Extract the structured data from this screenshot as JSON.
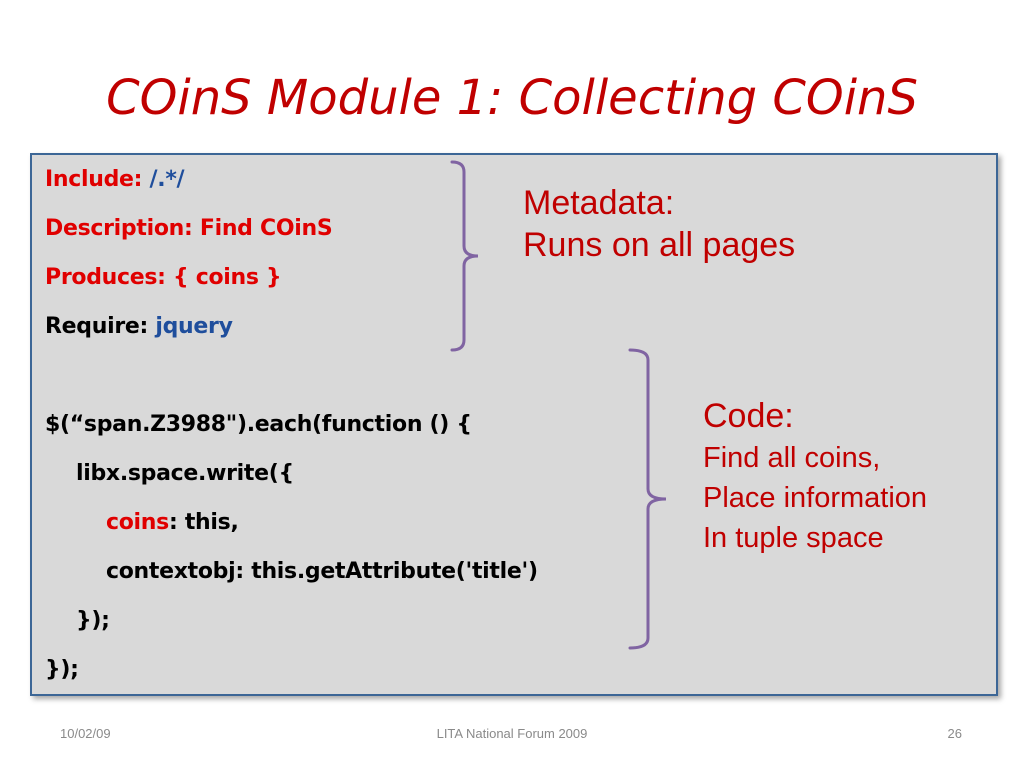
{
  "slide": {
    "title": "COinS Module 1: Collecting COinS",
    "code": {
      "include_label": "Include: ",
      "include_value": "/.*/",
      "description": "Description: Find COinS",
      "produces": "Produces: { coins }",
      "require_label": "Require: ",
      "require_value": "jquery",
      "line_each": "$(“span.Z3988\").each(function () {",
      "line_write": "libx.space.write({",
      "line_coins_key": "coins",
      "line_coins_rest": ": this,",
      "line_contextobj": "contextobj: this.getAttribute('title')",
      "line_close_inner": "});",
      "line_close_outer": "});"
    },
    "annotations": {
      "metadata": {
        "heading": "Metadata:",
        "text": "Runs on all pages"
      },
      "code": {
        "heading": "Code:",
        "lines": [
          "Find all coins,",
          "Place information",
          "In tuple space"
        ]
      }
    },
    "footer": {
      "date": "10/02/09",
      "center": "LITA National Forum 2009",
      "page": "26"
    },
    "colors": {
      "title": "#c00000",
      "box_fill": "#d9d9d9",
      "box_border": "#3c6696",
      "brace": "#8064a2",
      "keyword_red": "#e00000",
      "value_blue": "#1f4e9c"
    }
  }
}
